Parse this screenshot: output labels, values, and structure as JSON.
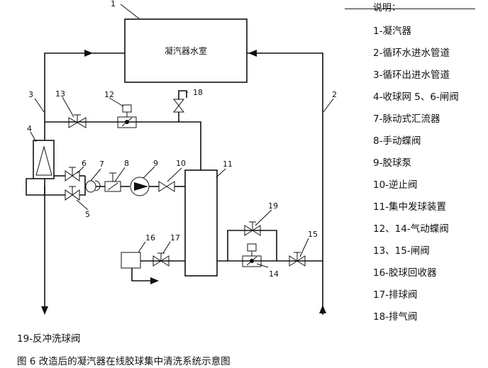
{
  "diagram": {
    "condenser_label": "凝汽器水室",
    "callouts": [
      "1",
      "2",
      "3",
      "4",
      "5",
      "6",
      "7",
      "8",
      "9",
      "10",
      "11",
      "12",
      "13",
      "14",
      "15",
      "16",
      "17",
      "18",
      "19"
    ]
  },
  "legend": {
    "heading": "说明：",
    "items": [
      "1-凝汽器",
      "2-循环水进水管道",
      "3-循环出进水管道",
      "4-收球网 5、6-闸阀",
      "7-脉动式汇流器",
      "8-手动蝶阀",
      "9-胶球泵",
      "10-逆止阀",
      "11-集中发球装置",
      "12、14-气动蝶阀",
      "13、15-闸阀",
      "16-胶球回收器",
      "17-排球阀",
      "18-排气阀"
    ]
  },
  "footer": {
    "note": "19-反冲洗球阀",
    "caption": "图 6 改造后的凝汽器在线胶球集中清洗系统示意图"
  }
}
